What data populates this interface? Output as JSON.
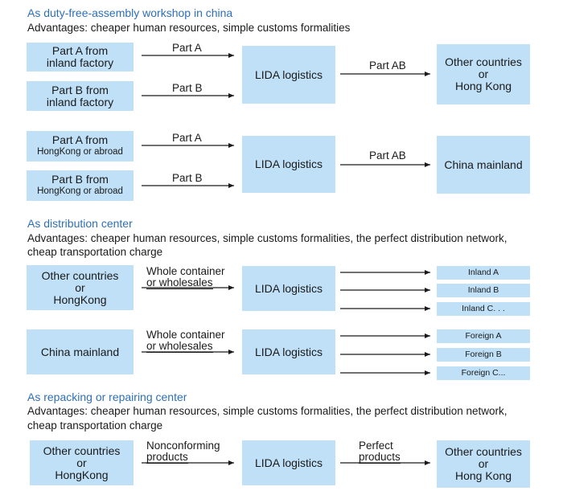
{
  "section1": {
    "title": "As duty-free-assembly workshop in china",
    "advantages": "Advantages: cheaper human resources, simple  customs formalities",
    "flow1": {
      "part_a_box": "Part A from\ninland factory",
      "part_b_box": "Part B from\ninland factory",
      "arrow_a_label": "Part A",
      "arrow_b_label": "Part B",
      "hub": "LIDA logistics",
      "arrow_out_label": "Part AB",
      "destination": "Other countries\nor\nHong Kong"
    },
    "flow2": {
      "part_a_title": "Part A from",
      "part_a_sub": "HongKong or abroad",
      "part_b_title": "Part B from",
      "part_b_sub": "HongKong or abroad",
      "arrow_a_label": "Part A",
      "arrow_b_label": "Part B",
      "hub": "LIDA logistics",
      "arrow_out_label": "Part AB",
      "destination": "China mainland"
    }
  },
  "section2": {
    "title": "As distribution center",
    "advantages_line1": "Advantages: cheaper human resources, simple  customs formalities, the perfect distribution network,",
    "advantages_line2": "cheap transportation charge",
    "flow1": {
      "source": "Other  countries\nor\nHongKong",
      "arrow_label_1": "Whole container",
      "arrow_label_2": "or wholesales",
      "hub": "LIDA logistics",
      "targets": [
        "Inland  A",
        "Inland  B",
        "Inland  C. . ."
      ]
    },
    "flow2": {
      "source": "China mainland",
      "arrow_label_1": "Whole container",
      "arrow_label_2": "or wholesales",
      "hub": "LIDA logistics",
      "targets": [
        "Foreign  A",
        "Foreign  B",
        "Foreign  C..."
      ]
    }
  },
  "section3": {
    "title": "As repacking or repairing center",
    "advantages_line1": "Advantages: cheaper human resources, simple  customs formalities, the perfect distribution network,",
    "advantages_line2": "cheap transportation charge",
    "flow": {
      "source": "Other  countries\nor\nHongKong",
      "in_label_1": "Nonconforming",
      "in_label_2": "products",
      "hub": "LIDA logistics",
      "out_label_1": "Perfect",
      "out_label_2": "products",
      "destination": "Other countries\nor\nHong Kong"
    }
  },
  "colors": {
    "box": "#bfe0f7",
    "title": "#2e6fb7",
    "text": "#1a1a1a"
  }
}
